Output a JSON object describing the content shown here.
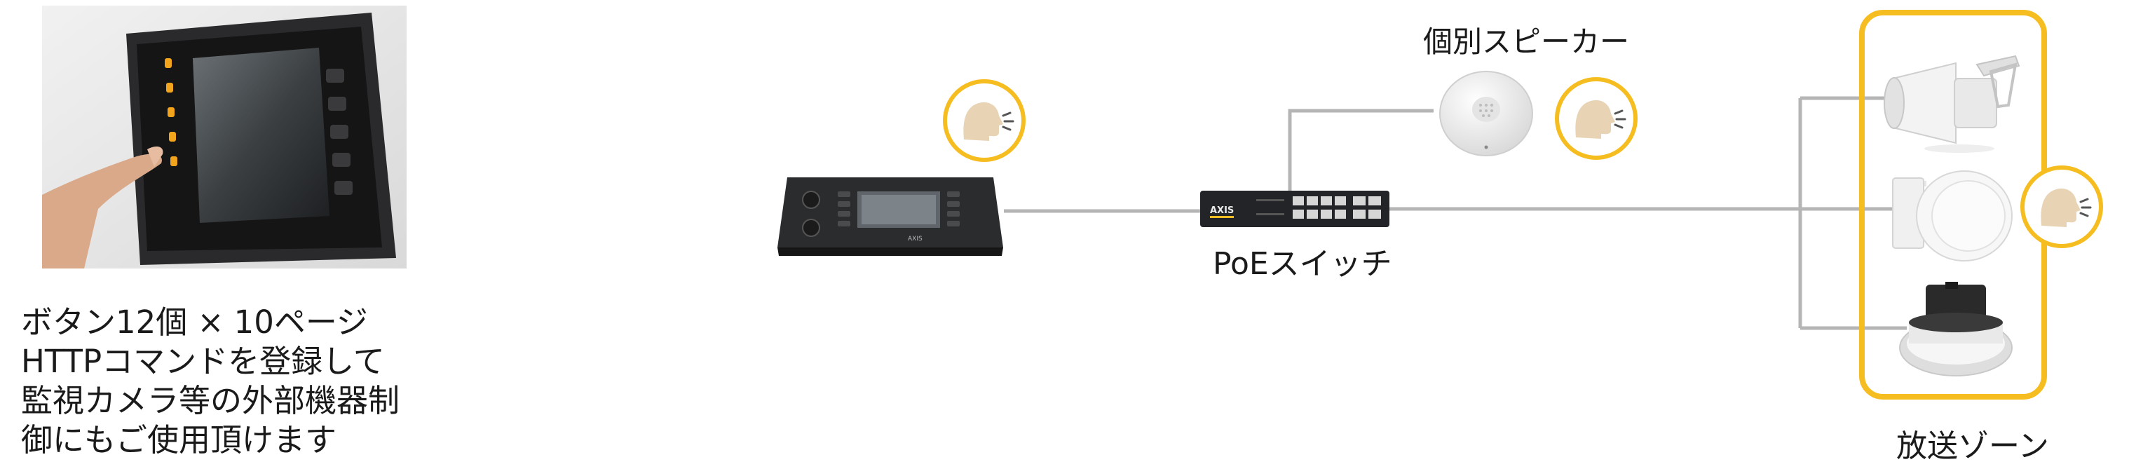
{
  "description": {
    "lines": [
      "ボタン12個 × 10ページ",
      "HTTPコマンドを登録して",
      "監視カメラ等の外部機器制",
      "御にもご使用頂けます"
    ]
  },
  "labels": {
    "switch": "PoEスイッチ",
    "individual_speaker": "個別スピーカー",
    "zone": "放送ゾーン"
  },
  "switch_brand": "AXIS",
  "controller_brand": "AXIS",
  "colors": {
    "accent": "#f5bd1f",
    "line": "#b5b5b5",
    "speech_face": "#e9d3b5"
  },
  "icons": [
    "voice-icon",
    "touch-panel-photo",
    "controller-device",
    "poe-switch",
    "round-speaker",
    "horn-speaker",
    "cabinet-speaker",
    "ceiling-speaker"
  ]
}
